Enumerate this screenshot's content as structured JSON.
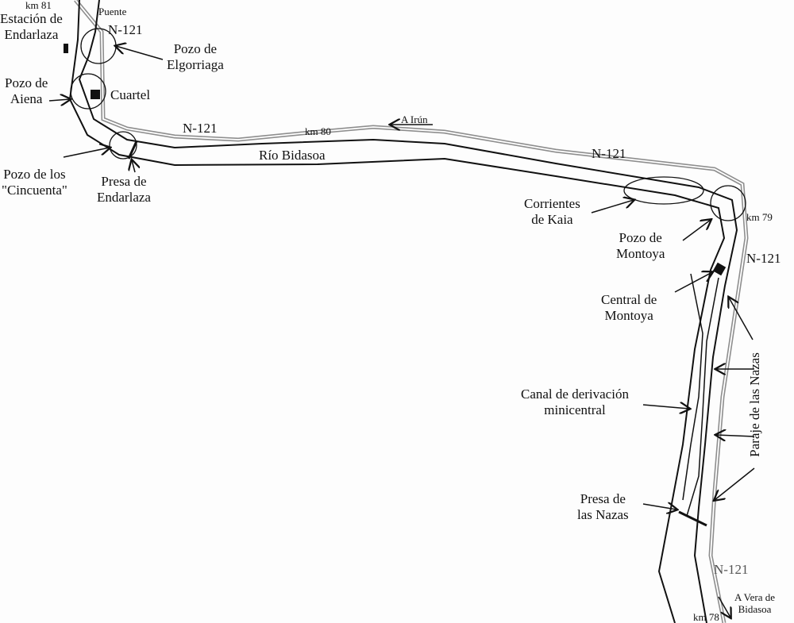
{
  "labels": {
    "km81": "km 81",
    "puente": "Puente",
    "estacion": [
      "Estación de",
      "Endarlaza"
    ],
    "n121_top": "N-121",
    "pozo_elgorriaga": [
      "Pozo de",
      "Elgorriaga"
    ],
    "pozo_aiena": [
      "Pozo de",
      "Aiena"
    ],
    "cuartel": "Cuartel",
    "n121_mid": "N-121",
    "km80": "km 80",
    "a_irun": "A Irún",
    "rio": "Río Bidasoa",
    "pozo_cincuenta": [
      "Pozo de los",
      "\"Cincuenta\""
    ],
    "presa_endarlaza": [
      "Presa de",
      "Endarlaza"
    ],
    "n121_right": "N-121",
    "corrientes": [
      "Corrientes",
      "de Kaia"
    ],
    "km79": "km 79",
    "pozo_montoya": [
      "Pozo de",
      "Montoya"
    ],
    "n121_east": "N-121",
    "central": [
      "Central de",
      "Montoya"
    ],
    "paraje": "Paraje de las Nazas",
    "canal": [
      "Canal de derivación",
      "minicentral"
    ],
    "presa_nazas": [
      "Presa de",
      "las Nazas"
    ],
    "n121_bottom": "N-121",
    "a_vera": [
      "A Vera de",
      "Bidasoa"
    ],
    "km78": "km 78"
  },
  "colors": {
    "river": "#111111",
    "road": "#9a9a9a"
  }
}
